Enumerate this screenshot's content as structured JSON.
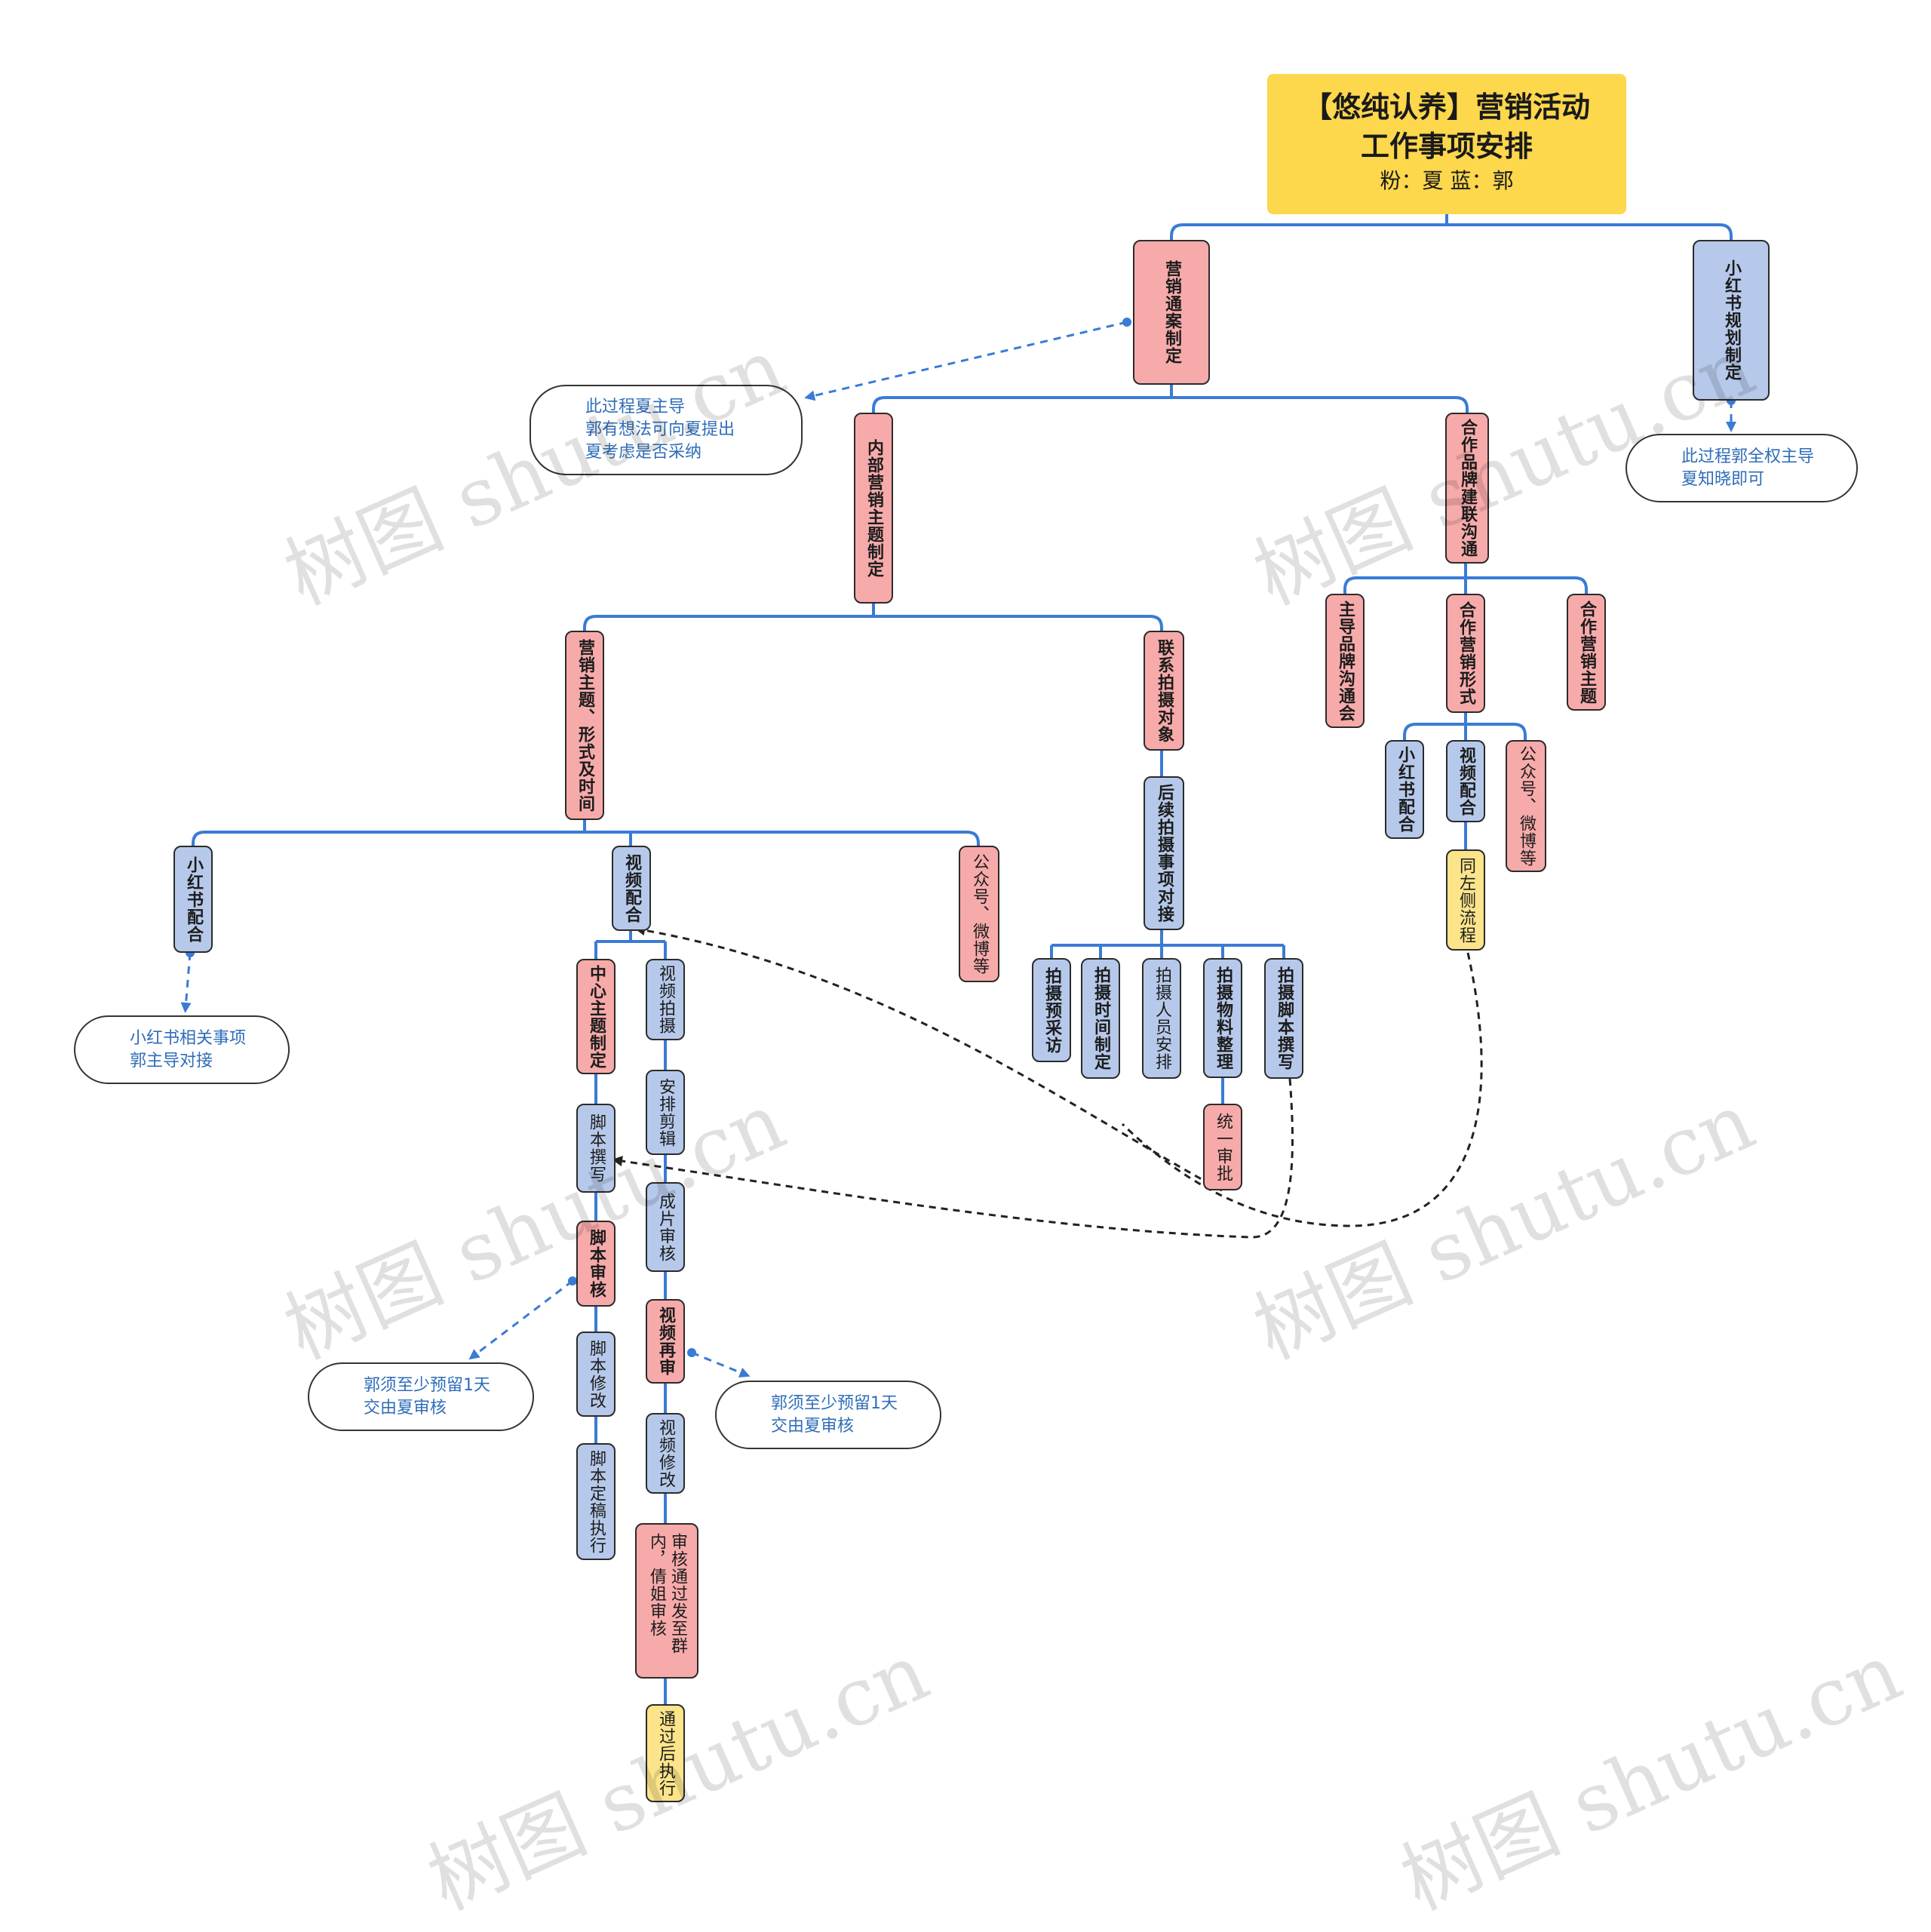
{
  "root": {
    "line1": "【悠纯认养】营销活动",
    "line2": "工作事项安排",
    "line3": "粉：夏  蓝：郭"
  },
  "nodes": {
    "yingxiao_tongan": "营销通案制定",
    "xhs_guihua": "小红书规划制定",
    "neibu_zhuti": "内部营销主题制定",
    "hezuo_pinpai": "合作品牌建联沟通",
    "zhuti_xingshi": "营销主题、形式及时间",
    "lianxi_paishe": "联系拍摄对象",
    "houxu_paishe": "后续拍摄事项对接",
    "xhs_peihe": "小红书配合",
    "shipin_peihe": "视频配合",
    "gzh_weibo": "公众号、微博等",
    "zhongxin_zhuti": "中心主题制定",
    "jiaoben_zhuanxie": "脚本撰写",
    "jiaoben_shenhe": "脚本审核",
    "jiaoben_xiugai": "脚本修改",
    "jiaoben_dinggao": "脚本定稿执行",
    "shipin_paishe": "视频拍摄",
    "anpai_jianji": "安排剪辑",
    "chengpian_shenhe": "成片审核",
    "shipin_zaishen": "视频再审",
    "shipin_xiugai": "视频修改",
    "shenhe_tongguo": "审核通过发至群内，倩姐审核",
    "tongguo_zhixing": "通过后执行",
    "paishe_yucaifang": "拍摄预采访",
    "paishe_shijian": "拍摄时间制定",
    "paishe_renyuan": "拍摄人员安排",
    "paishe_wuliao": "拍摄物料整理",
    "paishe_jiaoben": "拍摄脚本撰写",
    "tongyi_shenpi": "统一审批",
    "zhudao_pinpai": "主导品牌沟通会",
    "hezuo_xingshi": "合作营销形式",
    "hezuo_zhuti": "合作营销主题",
    "r_xhs_peihe": "小红书配合",
    "r_shipin_peihe": "视频配合",
    "r_gzh_weibo": "公众号、微博等",
    "tong_zuoce": "同左侧流程"
  },
  "notes": {
    "xia_zhudao": "此过程夏主导\n郭有想法可向夏提出\n夏考虑是否采纳",
    "guo_quanquan": "此过程郭全权主导\n夏知晓即可",
    "xhs_shixiang": "小红书相关事项\n郭主导对接",
    "jiaoben_yuliu": "郭须至少预留1天\n交由夏审核",
    "shipin_yuliu": "郭须至少预留1天\n交由夏审核"
  },
  "watermark": "树图 shutu.cn",
  "colors": {
    "line": "#3a7bd5",
    "pink": "#f7aaaa",
    "blue": "#b6c9ea",
    "yellow": "#fbe48a",
    "root": "#fdd74c",
    "note_text": "#2f6db8"
  }
}
